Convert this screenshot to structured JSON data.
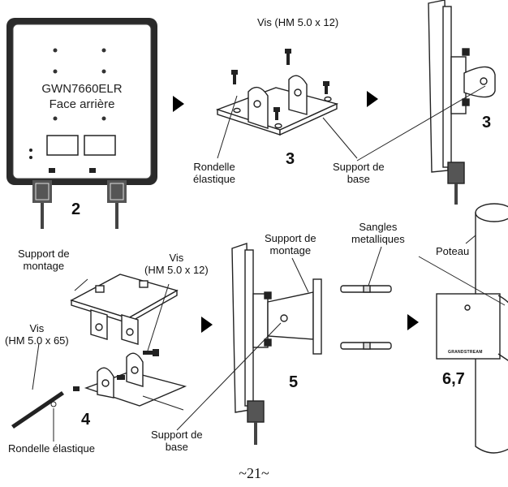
{
  "panel": {
    "model": "GWN7660ELR",
    "face": "Face arrière"
  },
  "labels": {
    "screw_top": "Vis (HM 5.0 x 12)",
    "washer_top_1": "Rondelle",
    "washer_top_2": "élastique",
    "base_top_1": "Support de",
    "base_top_2": "base",
    "mount_1": "Support de",
    "mount_2": "montage",
    "screw_mid_1": "Vis",
    "screw_mid_2": "(HM 5.0 x 12)",
    "screw_long_1": "Vis",
    "screw_long_2": "(HM 5.0 x 65)",
    "washer_bottom": "Rondelle élastique",
    "base_bottom_1": "Support de",
    "base_bottom_2": "base",
    "mount5_1": "Support de",
    "mount5_2": "montage",
    "straps_1": "Sangles",
    "straps_2": "metalliques",
    "pole": "Poteau",
    "brand_mark": "GRANDSTREAM"
  },
  "steps": [
    "2",
    "3",
    "3",
    "4",
    "5",
    "6,7"
  ],
  "page_number": "~21~"
}
